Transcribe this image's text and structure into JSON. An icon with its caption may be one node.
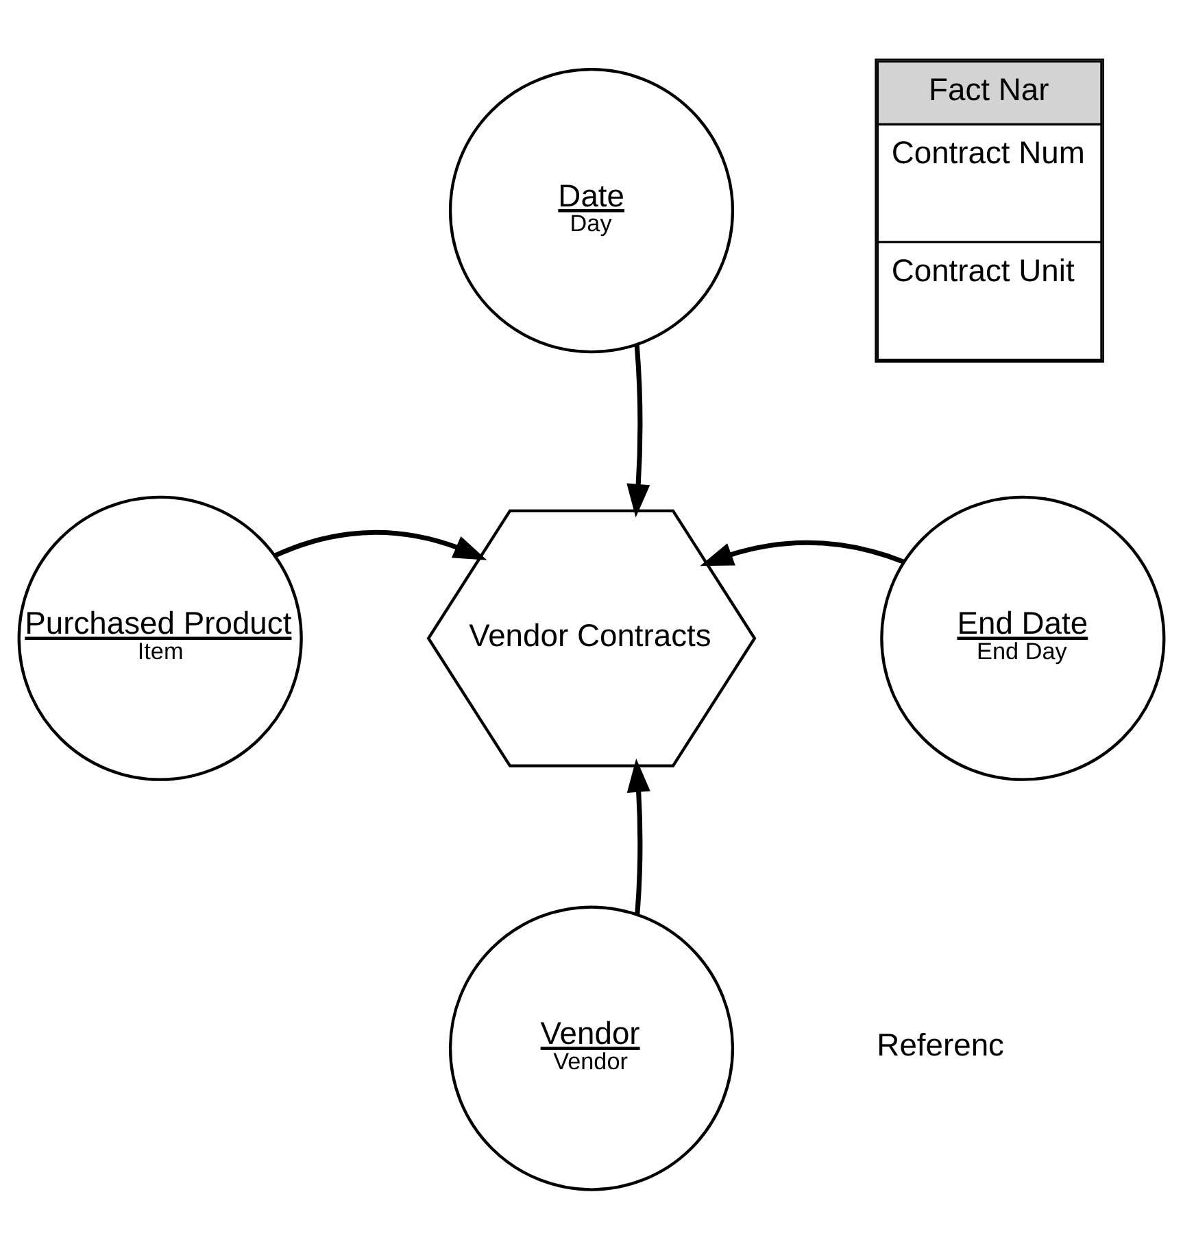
{
  "diagram": {
    "nodes": [
      {
        "text": [
          "Date",
          "Day"
        ]
      },
      {
        "text": [
          "Purchased Product",
          "Item"
        ]
      },
      {
        "text": [
          "Vendor Contracts"
        ]
      },
      {
        "text": [
          "End Date",
          "End Day"
        ]
      },
      {
        "text": [
          "Vendor",
          "Vendor"
        ]
      }
    ],
    "edges": [
      {
        "from": 0,
        "to": 2,
        "arrow": "to"
      },
      {
        "from": 1,
        "to": 2,
        "arrow": "to"
      },
      {
        "from": 3,
        "to": 2,
        "arrow": "to"
      },
      {
        "from": 4,
        "to": 2,
        "arrow": "to"
      }
    ],
    "labels": [
      "Fact Nar",
      "Contract Num",
      "Contract Unit",
      "Referenc"
    ]
  }
}
